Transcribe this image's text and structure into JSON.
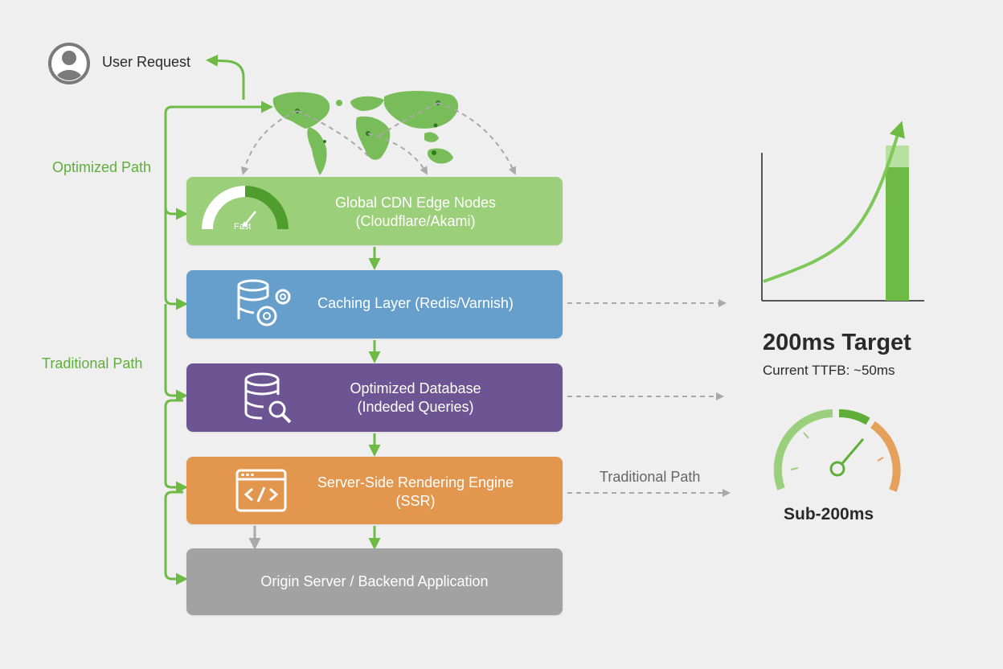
{
  "user_request": {
    "label": "User Request"
  },
  "paths": {
    "optimized_label": "Optimized Path",
    "traditional_label": "Traditional Path",
    "traditional_right_label": "Traditional Path"
  },
  "layers": [
    {
      "id": "cdn",
      "line1": "Global CDN Edge Nodes",
      "line2": "(Cloudflare/Akami)",
      "color": "#9ccf7a",
      "badge": "Fast"
    },
    {
      "id": "cache",
      "line1": "Caching Layer (Redis/Varnish)",
      "line2": "",
      "color": "#679fcc"
    },
    {
      "id": "db",
      "line1": "Optimized Database",
      "line2": "(Indeded Queries)",
      "color": "#6d5593"
    },
    {
      "id": "ssr",
      "line1": "Server-Side Rendering Engine",
      "line2": "(SSR)",
      "color": "#e3964e"
    },
    {
      "id": "origin",
      "line1": "Origin Server / Backend Application",
      "line2": "",
      "color": "#a2a2a2"
    }
  ],
  "target": {
    "title": "200ms Target",
    "subtitle": "Current TTFB: ~50ms"
  },
  "gauge": {
    "label": "Sub-200ms"
  },
  "colors": {
    "green": "#6dbb45",
    "gray_arrow": "#a9a9a9",
    "text_dark": "#2a2a2a",
    "text_green": "#5fae3a"
  }
}
